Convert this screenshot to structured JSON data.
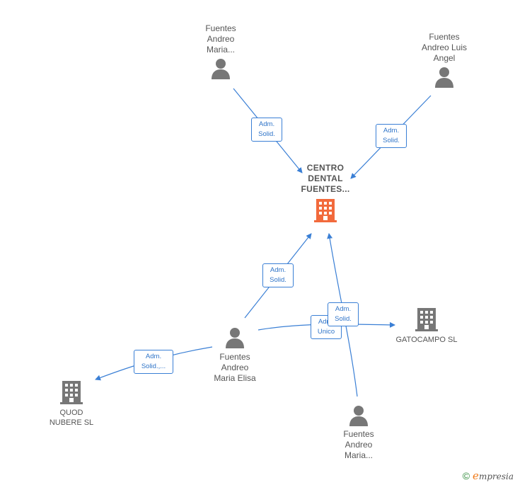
{
  "nodes": {
    "main": {
      "label": "CENTRO\nDENTAL\nFUENTES..."
    },
    "person_top_left": {
      "label": "Fuentes\nAndreo\nMaria..."
    },
    "person_top_right": {
      "label": "Fuentes\nAndreo Luis\nAngel"
    },
    "person_center": {
      "label": "Fuentes\nAndreo\nMaria Elisa"
    },
    "person_bottom": {
      "label": "Fuentes\nAndreo\nMaria..."
    },
    "company_gatocampo": {
      "label": "GATOCAMPO SL"
    },
    "company_quod": {
      "label": "QUOD\nNUBERE SL"
    }
  },
  "edges": {
    "top_left_to_main": "Adm.\nSolid.",
    "top_right_to_main": "Adm.\nSolid.",
    "center_to_main": "Adm.\nSolid.",
    "bottom_to_main": "Adm.\nSolid.",
    "center_to_gatocampo": "Adm.\nUnico",
    "center_to_quod": "Adm.\nSolid.,..."
  },
  "footer": {
    "copyright": "©",
    "brand_initial": "e",
    "brand_rest": "mpresia"
  },
  "colors": {
    "edge": "#3a7fd5",
    "person_icon": "#777777",
    "main_icon": "#f26a3c",
    "company_icon": "#777777"
  },
  "icons": {
    "person": "person-icon",
    "company": "building-icon"
  }
}
